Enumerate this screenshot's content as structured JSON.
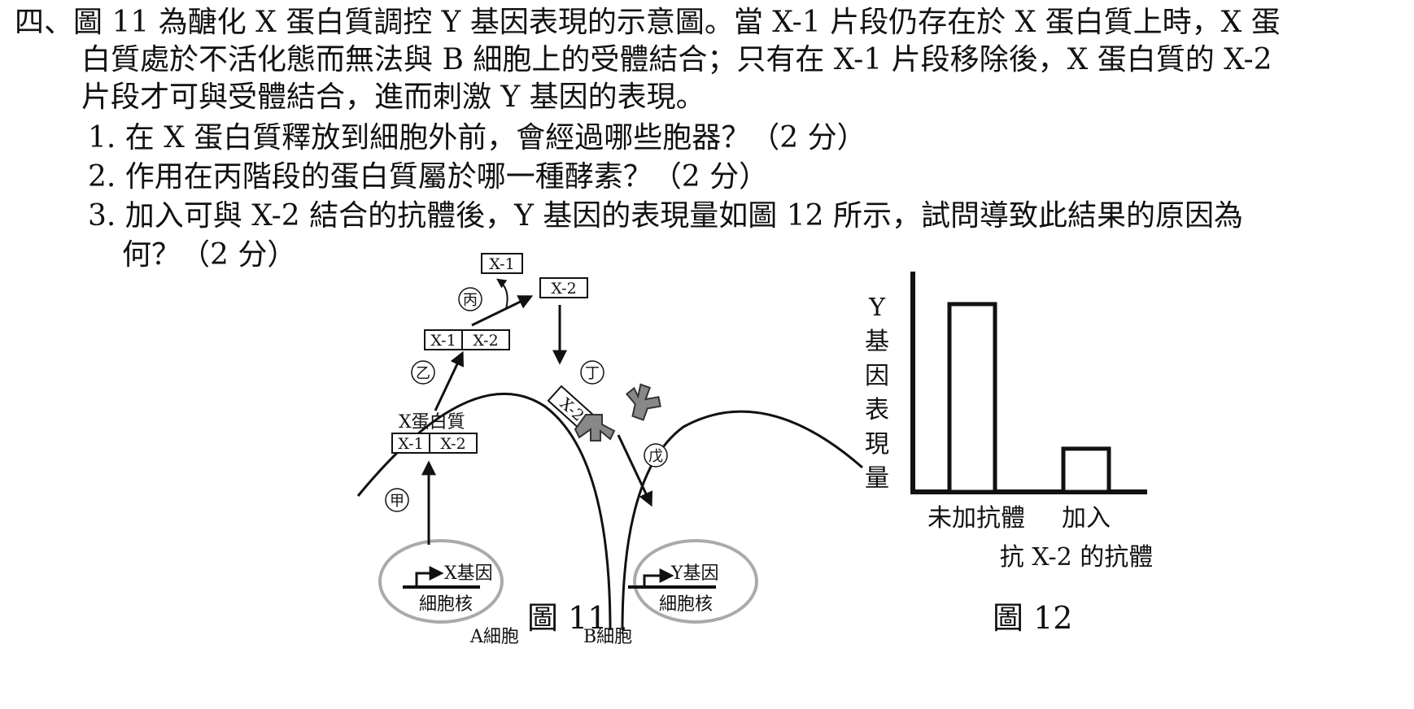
{
  "question": {
    "line1": "四、圖 11 為醣化 X 蛋白質調控 Y 基因表現的示意圖。當 X-1 片段仍存在於 X 蛋白質上時，X 蛋",
    "line2": "白質處於不活化態而無法與 B 細胞上的受體結合；只有在 X-1 片段移除後，X 蛋白質的 X-2",
    "line3": "片段才可與受體結合，進而刺激 Y 基因的表現。",
    "sub1": "1. 在 X 蛋白質釋放到細胞外前，會經過哪些胞器？（2 分）",
    "sub2": "2. 作用在丙階段的蛋白質屬於哪一種酵素？（2 分）",
    "sub3a": "3. 加入可與 X-2 結合的抗體後，Y 基因的表現量如圖 12 所示，試問導致此結果的原因為",
    "sub3b": "何？（2 分）"
  },
  "figure11": {
    "caption": "圖 11",
    "x1": "X-1",
    "x2": "X-2",
    "x_protein": "X蛋白質",
    "x_gene": "X基因",
    "y_gene": "Y基因",
    "nucleus": "細胞核",
    "cell_a": "A細胞",
    "cell_b": "B細胞",
    "stage_jia": "甲",
    "stage_yi": "乙",
    "stage_bing": "丙",
    "stage_ding": "丁",
    "stage_wu": "戊"
  },
  "figure12": {
    "caption": "圖 12"
  },
  "chart_data": {
    "type": "bar",
    "ylabel": "Y 基因表現量",
    "ylabel_chars": [
      "Y",
      "基",
      "因",
      "表",
      "現",
      "量"
    ],
    "categories": [
      "未加抗體",
      "加入\n抗 X-2 的抗體"
    ],
    "category_line1": [
      "未加抗體",
      "加入"
    ],
    "category_line2": [
      "",
      "抗 X-2 的抗體"
    ],
    "values": [
      100,
      23
    ],
    "ylim": [
      0,
      120
    ],
    "grid": false
  }
}
